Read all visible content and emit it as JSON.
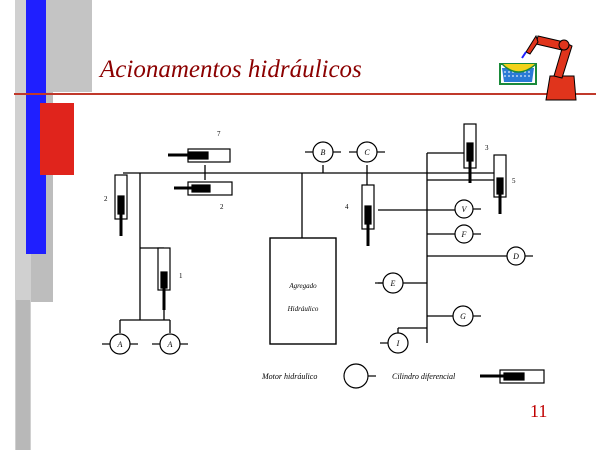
{
  "slide": {
    "title": "Acionamentos  hidráulicos",
    "page_number": "11",
    "colors": {
      "title": "#8b0000",
      "blue_bar": "#1f1fff",
      "red_block": "#e0241c",
      "gray_bar": "#b5b5b5",
      "rule": "#c0392b"
    },
    "logo_icon": "robot-arm-icon"
  },
  "diagram": {
    "power_unit_label_1": "Agregado",
    "power_unit_label_2": "Hidráulico",
    "circles": {
      "a1": "A",
      "a2": "A",
      "b": "B",
      "c": "C",
      "d": "D",
      "e": "E",
      "f": "F",
      "g": "G",
      "i": "I",
      "v": "V"
    },
    "numbers": {
      "n7": "7",
      "n2a": "2",
      "n2b": "2",
      "n3": "3",
      "n5": "5",
      "n4": "4",
      "n1": "1"
    },
    "legend_motor": "Motor hidráulico",
    "legend_cylinder": "Cilindro diferencial"
  }
}
